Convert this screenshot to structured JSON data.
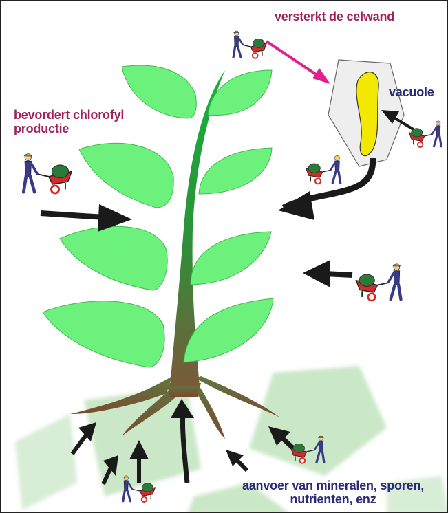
{
  "labels": {
    "cell_wall": "versterkt de celwand",
    "vacuole": "vacuole",
    "chlorophyll_line1": "bevordert chlorofyl",
    "chlorophyll_line2": "productie",
    "supply_line1": "aanvoer van mineralen, sporen,",
    "supply_line2": "nutrienten, enz"
  },
  "colors": {
    "leaf": "#6CF27C",
    "leaf_stroke": "#3FB84F",
    "stem_top": "#14B23A",
    "root": "#7A5A3A",
    "arrow": "#1A1A1A",
    "magenta_arrow": "#E0208C",
    "vacuole": "#F2E800",
    "cell": "#EEEEEE",
    "label_magenta": "#A0215E",
    "label_navy": "#2B2A7A",
    "background_shape": "#9FD49A"
  },
  "icons": [
    "worker-wheelbarrow-icon"
  ]
}
